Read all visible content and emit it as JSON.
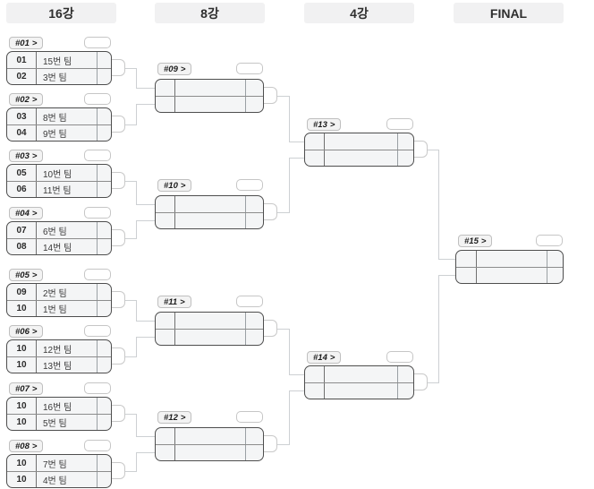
{
  "bracket": {
    "arrow": ">",
    "columns": [
      {
        "label": "16강"
      },
      {
        "label": "8강"
      },
      {
        "label": "4강"
      },
      {
        "label": "FINAL"
      }
    ],
    "matches": [
      {
        "code": "#01",
        "rows": [
          {
            "num": "01",
            "team": "15번 팀",
            "score": ""
          },
          {
            "num": "02",
            "team": "3번 팀",
            "score": ""
          }
        ]
      },
      {
        "code": "#02",
        "rows": [
          {
            "num": "03",
            "team": "8번 팀",
            "score": ""
          },
          {
            "num": "04",
            "team": "9번 팀",
            "score": ""
          }
        ]
      },
      {
        "code": "#03",
        "rows": [
          {
            "num": "05",
            "team": "10번 팀",
            "score": ""
          },
          {
            "num": "06",
            "team": "11번 팀",
            "score": ""
          }
        ]
      },
      {
        "code": "#04",
        "rows": [
          {
            "num": "07",
            "team": "6번 팀",
            "score": ""
          },
          {
            "num": "08",
            "team": "14번 팀",
            "score": ""
          }
        ]
      },
      {
        "code": "#05",
        "rows": [
          {
            "num": "09",
            "team": "2번 팀",
            "score": ""
          },
          {
            "num": "10",
            "team": "1번 팀",
            "score": ""
          }
        ]
      },
      {
        "code": "#06",
        "rows": [
          {
            "num": "10",
            "team": "12번 팀",
            "score": ""
          },
          {
            "num": "10",
            "team": "13번 팀",
            "score": ""
          }
        ]
      },
      {
        "code": "#07",
        "rows": [
          {
            "num": "10",
            "team": "16번 팀",
            "score": ""
          },
          {
            "num": "10",
            "team": "5번 팀",
            "score": ""
          }
        ]
      },
      {
        "code": "#08",
        "rows": [
          {
            "num": "10",
            "team": "7번 팀",
            "score": ""
          },
          {
            "num": "10",
            "team": "4번 팀",
            "score": ""
          }
        ]
      },
      {
        "code": "#09",
        "rows": [
          {
            "num": "",
            "team": "",
            "score": ""
          },
          {
            "num": "",
            "team": "",
            "score": ""
          }
        ]
      },
      {
        "code": "#10",
        "rows": [
          {
            "num": "",
            "team": "",
            "score": ""
          },
          {
            "num": "",
            "team": "",
            "score": ""
          }
        ]
      },
      {
        "code": "#11",
        "rows": [
          {
            "num": "",
            "team": "",
            "score": ""
          },
          {
            "num": "",
            "team": "",
            "score": ""
          }
        ]
      },
      {
        "code": "#12",
        "rows": [
          {
            "num": "",
            "team": "",
            "score": ""
          },
          {
            "num": "",
            "team": "",
            "score": ""
          }
        ]
      },
      {
        "code": "#13",
        "rows": [
          {
            "num": "",
            "team": "",
            "score": ""
          },
          {
            "num": "",
            "team": "",
            "score": ""
          }
        ]
      },
      {
        "code": "#14",
        "rows": [
          {
            "num": "",
            "team": "",
            "score": ""
          },
          {
            "num": "",
            "team": "",
            "score": ""
          }
        ]
      },
      {
        "code": "#15",
        "rows": [
          {
            "num": "",
            "team": "",
            "score": ""
          },
          {
            "num": "",
            "team": "",
            "score": ""
          }
        ]
      }
    ]
  }
}
